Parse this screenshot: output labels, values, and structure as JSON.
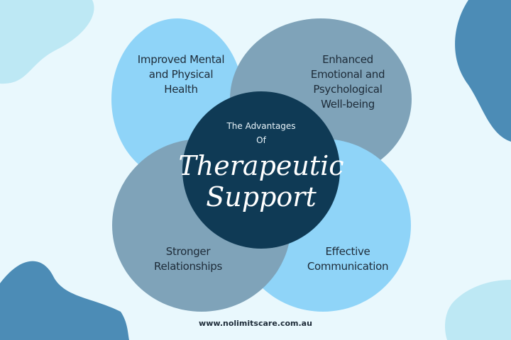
{
  "colors": {
    "background": "#e9f8fd",
    "light_blue": "#8fd4f8",
    "gray_blue": "#7fa3b9",
    "dark_navy": "#0f3a55",
    "blob_dark": "#4c8cb6",
    "blob_light": "#bde8f4"
  },
  "center": {
    "line1": "The Advantages",
    "line2": "Of",
    "title1": "Therapeutic",
    "title2": "Support"
  },
  "benefits": [
    {
      "label": "Improved Mental and Physical Health"
    },
    {
      "label": "Enhanced Emotional and Psychological Well-being"
    },
    {
      "label": "Stronger Relationships"
    },
    {
      "label": "Effective Communication"
    }
  ],
  "benefit_lines": {
    "tl": [
      "Improved Mental",
      "and Physical",
      "Health"
    ],
    "tr": [
      "Enhanced",
      "Emotional and",
      "Psychological",
      "Well-being"
    ],
    "bl": [
      "Stronger",
      "Relationships"
    ],
    "br": [
      "Effective",
      "Communication"
    ]
  },
  "footer": {
    "url": "www.nolimitscare.com.au"
  }
}
